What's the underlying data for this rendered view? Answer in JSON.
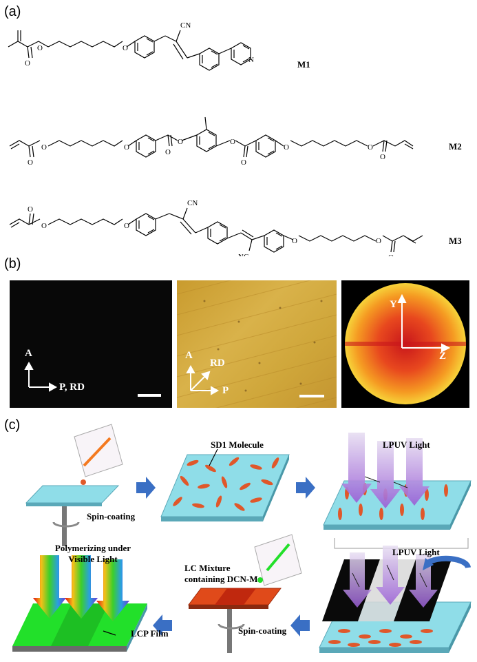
{
  "panels": {
    "a": "(a)",
    "b": "(b)",
    "c": "(c)"
  },
  "molecules": [
    {
      "label": "M1",
      "groups": {
        "cn": "CN",
        "n": "N"
      }
    },
    {
      "label": "M2"
    },
    {
      "label": "M3",
      "groups": {
        "cn1": "CN",
        "cn2": "NC"
      }
    }
  ],
  "micrographs": {
    "dark": {
      "axis_a": "A",
      "axis_p": "P, RD"
    },
    "bright": {
      "axis_a": "A",
      "axis_rd": "RD",
      "axis_p": "P"
    },
    "scattering": {
      "axis_y": "Y",
      "axis_z": "Z"
    }
  },
  "schematic": {
    "spin_coating_1": "Spin-coating",
    "sd1_molecule": "SD1 Molecule",
    "lpuv_light_1": "LPUV Light",
    "lpuv_light_2": "LPUV Light",
    "polymerizing_line1": "Polymerizing under",
    "polymerizing_line2": "Visible Light",
    "lc_mixture_line1": "LC  Mixture",
    "lc_mixture_line2": "containing DCN-M",
    "spin_coating_2": "Spin-coating",
    "lcp_film": "LCP Film"
  },
  "colors": {
    "substrate_top": "#8fdde8",
    "substrate_side": "#5aa8b8",
    "molecule": "#e0572a",
    "arrow": "#3a6fc4",
    "uv_beam": "#b58ad8",
    "lcp_green": "#22e02a"
  }
}
